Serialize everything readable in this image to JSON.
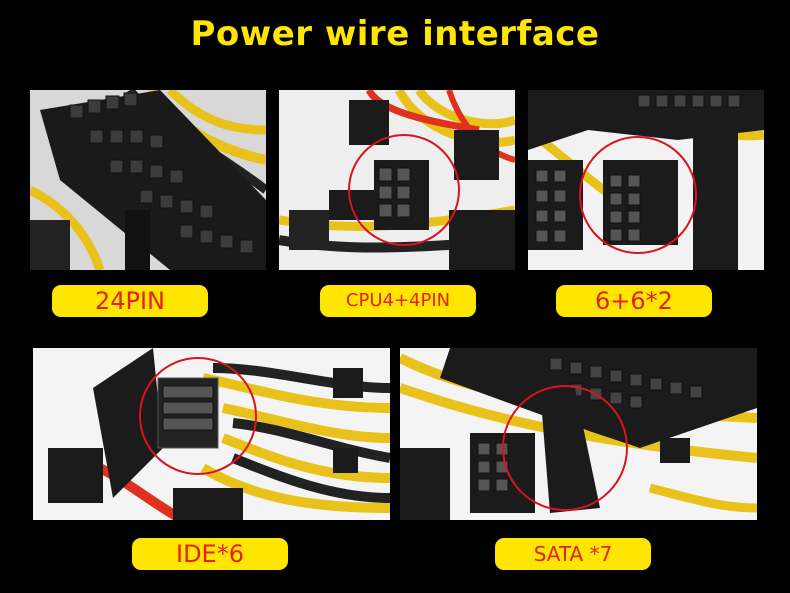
{
  "title": "Power wire interface",
  "colors": {
    "background": "#000000",
    "title": "#ffe600",
    "label_bg": "#ffe600",
    "label_text": "#e8201c",
    "highlight_circle": "#d8141c"
  },
  "panels": [
    {
      "label": "24PIN"
    },
    {
      "label": "CPU4+4PIN"
    },
    {
      "label": "6+6*2"
    },
    {
      "label": "IDE*6"
    },
    {
      "label": "SATA *7"
    }
  ]
}
